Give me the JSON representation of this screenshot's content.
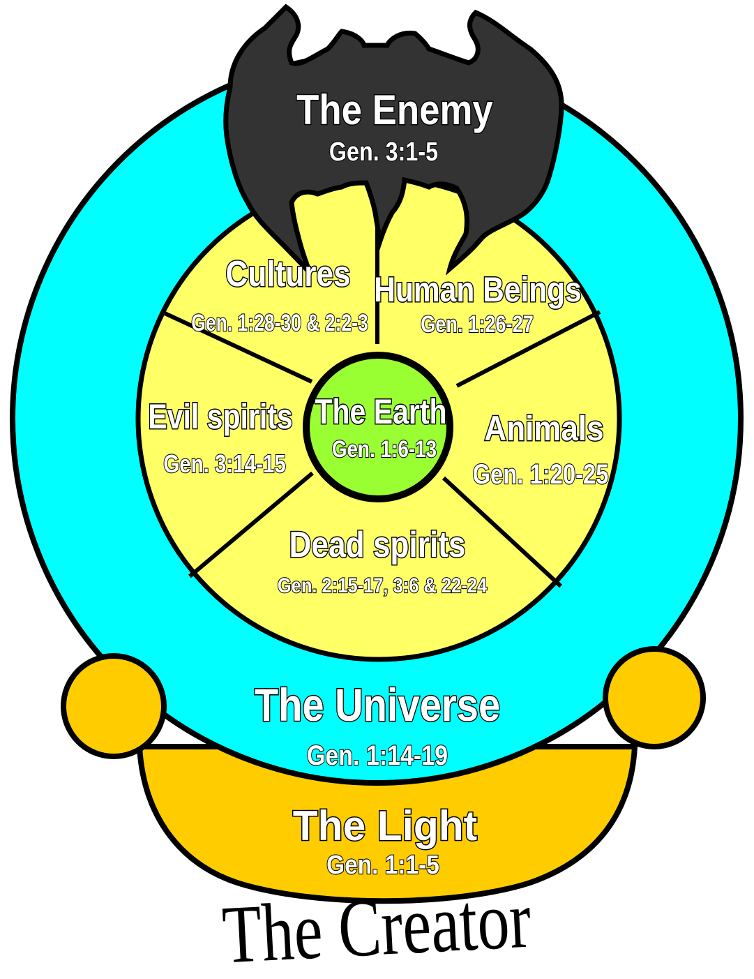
{
  "enemy": {
    "title": "The Enemy",
    "ref": "Gen. 3:1-5"
  },
  "segments": {
    "cultures": {
      "title": "Cultures",
      "ref": "Gen. 1:28-30 & 2:2-3"
    },
    "human_beings": {
      "title": "Human Beings",
      "ref": "Gen. 1:26-27"
    },
    "animals": {
      "title": "Animals",
      "ref": "Gen. 1:20-25"
    },
    "dead_spirits": {
      "title": "Dead spirits",
      "ref": "Gen. 2:15-17, 3:6 & 22-24"
    },
    "evil_spirits": {
      "title": "Evil spirits",
      "ref": "Gen. 3:14-15"
    }
  },
  "earth": {
    "title": "The Earth",
    "ref": "Gen. 1:6-13"
  },
  "universe": {
    "title": "The Universe",
    "ref": "Gen. 1:14-19"
  },
  "light": {
    "title": "The Light",
    "ref": "Gen. 1:1-5"
  },
  "creator": {
    "title": "The Creator"
  },
  "colors": {
    "universe": "#00ffff",
    "segments": "#ffff66",
    "earth": "#99ff33",
    "light": "#ffcc00",
    "enemy": "#333333",
    "outline": "#000000"
  }
}
